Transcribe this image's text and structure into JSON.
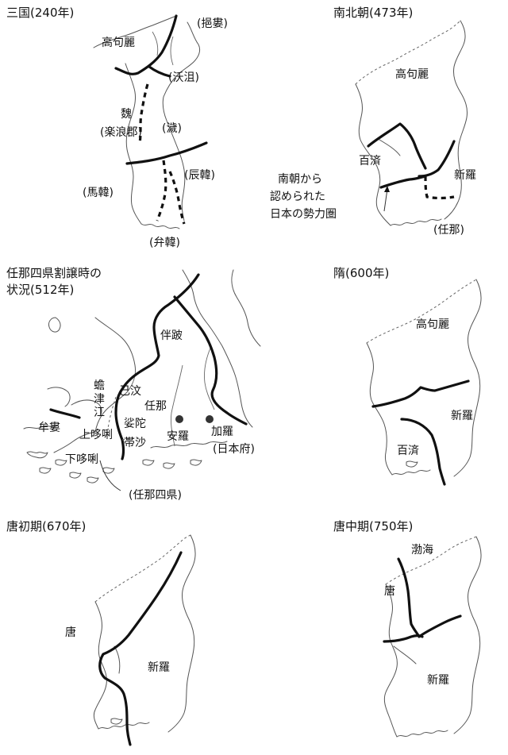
{
  "panels": {
    "p1": {
      "title": "三国(240年)",
      "labels": {
        "goguryeo": "高句麗",
        "yilou": "(挹婁)",
        "okjeo": "(沃沮)",
        "wei": "魏",
        "lelang": "(楽浪郡)",
        "ye": "(濊)",
        "jinhan": "(辰韓)",
        "mahan": "(馬韓)",
        "byeonhan": "(弁韓)"
      }
    },
    "p2": {
      "title": "南北朝(473年)",
      "labels": {
        "goguryeo": "高句麗",
        "baekje": "百済",
        "silla": "新羅",
        "note_line1": "南朝から",
        "note_line2": "認められた",
        "note_line3": "日本の勢力圏",
        "mimana": "(任那)"
      }
    },
    "p3": {
      "title_line1": "任那四県割譲時の",
      "title_line2": "状況(512年)",
      "labels": {
        "banpa": "伴跛",
        "tamjin": "蟾津江",
        "gimun": "己汶",
        "mimana": "任那",
        "mumo": "牟婁",
        "upper": "上哆唎",
        "sata": "娑陀",
        "taisha": "帯沙",
        "ara": "安羅",
        "kara": "加羅",
        "nihonfu": "(日本府)",
        "lower": "下哆唎",
        "four_prefectures": "(任那四県)"
      }
    },
    "p4": {
      "title": "隋(600年)",
      "labels": {
        "goguryeo": "高句麗",
        "silla": "新羅",
        "baekje": "百済"
      }
    },
    "p5": {
      "title": "唐初期(670年)",
      "labels": {
        "tang": "唐",
        "silla": "新羅"
      }
    },
    "p6": {
      "title": "唐中期(750年)",
      "labels": {
        "bohai": "渤海",
        "tang": "唐",
        "silla": "新羅"
      }
    }
  }
}
